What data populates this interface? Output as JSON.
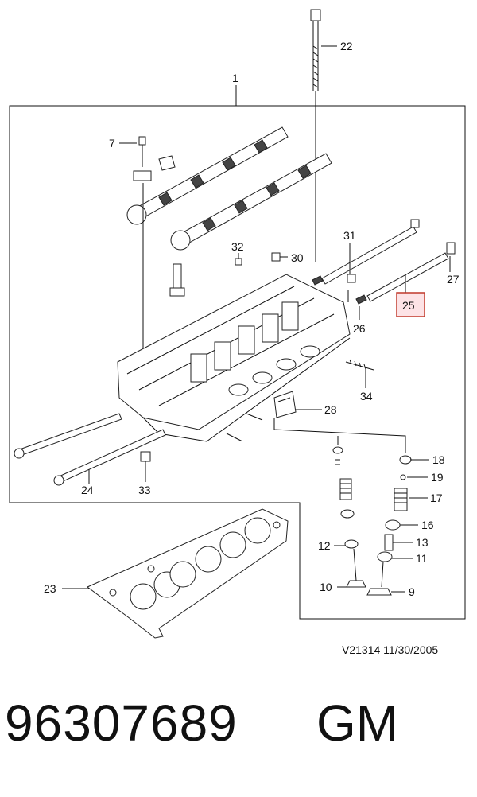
{
  "diagram": {
    "callouts": {
      "c1": "1",
      "c7": "7",
      "c9": "9",
      "c10": "10",
      "c11": "11",
      "c12": "12",
      "c13": "13",
      "c16": "16",
      "c17": "17",
      "c18": "18",
      "c19": "19",
      "c22": "22",
      "c23": "23",
      "c24": "24",
      "c25": "25",
      "c26": "26",
      "c27": "27",
      "c28": "28",
      "c30": "30",
      "c31": "31",
      "c32": "32",
      "c33": "33",
      "c34": "34"
    },
    "highlighted_callout": "25",
    "highlight_color": "#c0392b",
    "reference": "V21314  11/30/2005"
  },
  "footer": {
    "part_number": "96307689",
    "brand": "GM"
  }
}
